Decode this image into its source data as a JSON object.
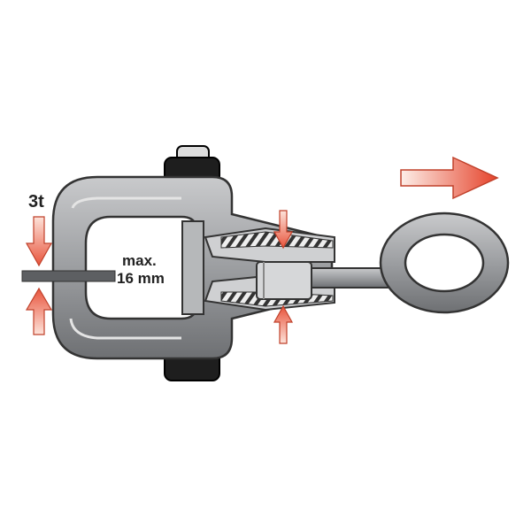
{
  "labels": {
    "thickness": "3t",
    "max_line1": "max.",
    "max_line2": "16 mm"
  },
  "colors": {
    "arrow_red": "#e8543c",
    "arrow_light": "#fde6df",
    "metal": "#9a9c9f",
    "metal_dark": "#55575a",
    "knob": "#1e1e1e"
  }
}
